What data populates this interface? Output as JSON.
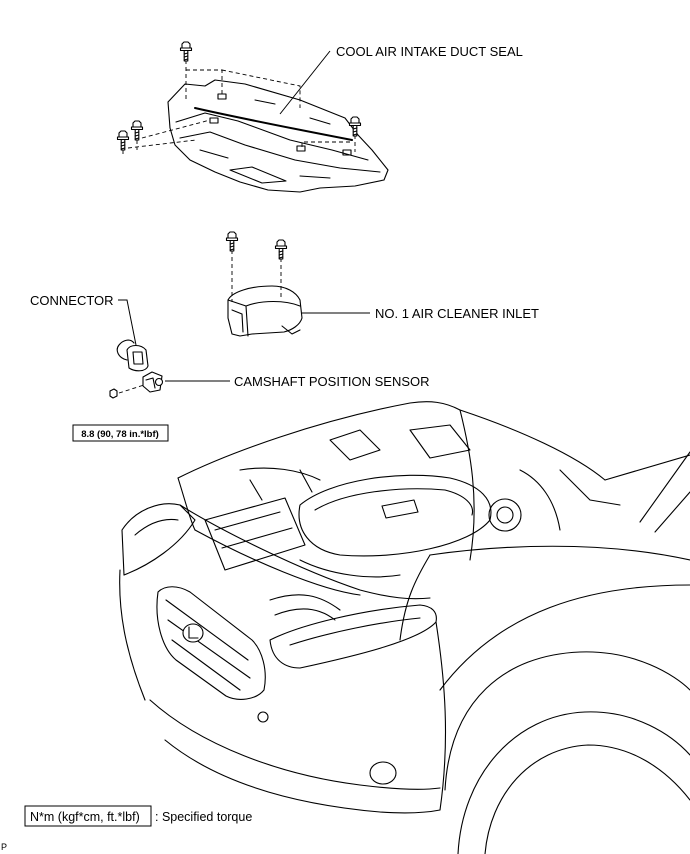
{
  "labels": {
    "duct_seal": "COOL AIR INTAKE DUCT SEAL",
    "air_cleaner_inlet": "NO. 1 AIR CLEANER INLET",
    "connector": "CONNECTOR",
    "camshaft_sensor": "CAMSHAFT POSITION SENSOR"
  },
  "torque": {
    "camshaft_sensor_bolt": "8.8 (90, 78 in.*lbf)"
  },
  "legend": {
    "unit_box": "N*m (kgf*cm, ft.*lbf)",
    "description": ": Specified torque"
  },
  "corner_mark": "P",
  "colors": {
    "line": "#000000",
    "background": "#ffffff"
  }
}
